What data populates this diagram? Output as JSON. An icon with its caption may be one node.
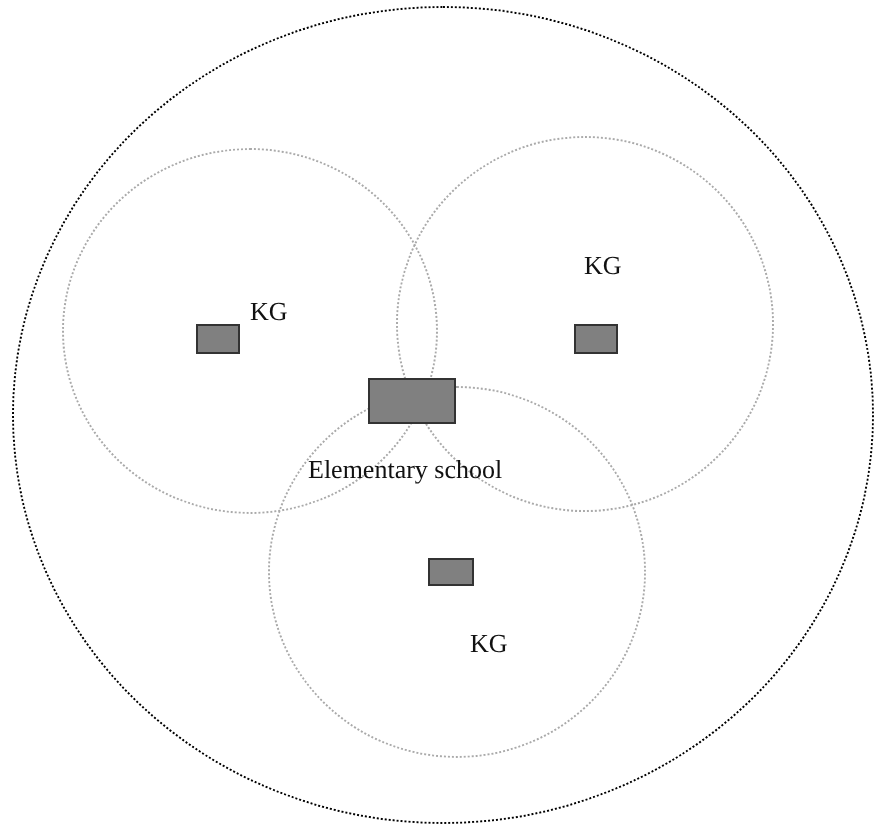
{
  "diagram": {
    "nodes": [
      {
        "text": [],
        "shape": "circle"
      },
      {
        "text": [],
        "shape": "circle",
        "in": 0
      },
      {
        "text": [],
        "shape": "circle",
        "in": 0
      },
      {
        "text": [],
        "shape": "circle",
        "in": 0
      },
      {
        "text": [],
        "shape": "box",
        "beside": [
          "KG"
        ],
        "in": 1
      },
      {
        "text": [],
        "shape": "box",
        "beside": [
          "KG"
        ],
        "in": 2
      },
      {
        "text": [],
        "shape": "box",
        "beside": [
          "Elementary school"
        ],
        "in": 0
      },
      {
        "text": [],
        "shape": "box",
        "beside": [
          "KG"
        ],
        "in": 3
      }
    ]
  }
}
